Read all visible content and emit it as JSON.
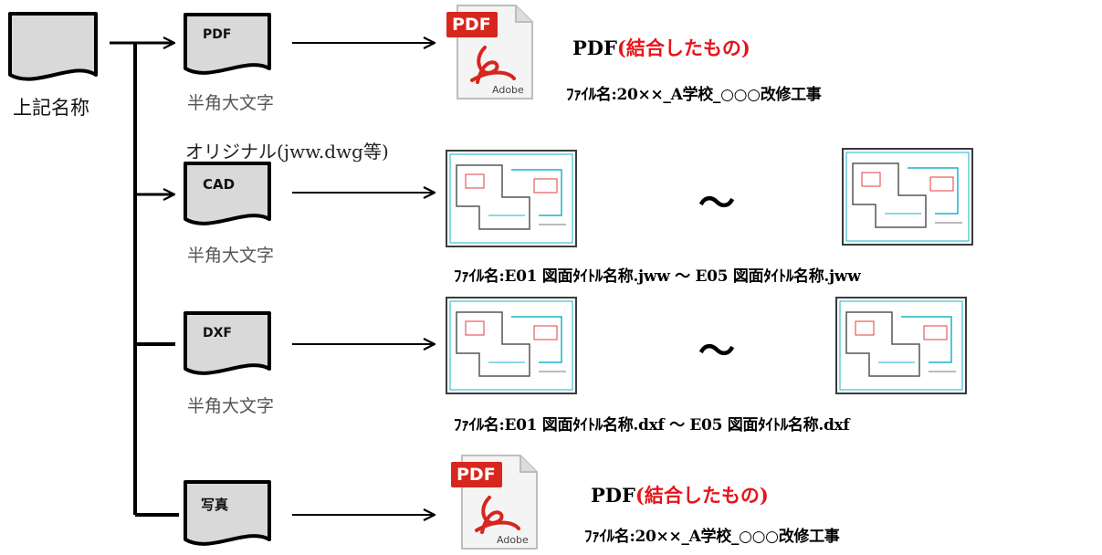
{
  "source_label": "上記名称",
  "pdf_doc": {
    "label": "PDF",
    "note": "半角大文字"
  },
  "cad_doc": {
    "label": "CAD",
    "note_top": "オリジナル(jww.dwg等)",
    "note": "半角大文字"
  },
  "dxf_doc": {
    "label": "DXF",
    "note": "半角大文字"
  },
  "photo_doc": {
    "label": "写真"
  },
  "pdf_output": {
    "icon_text": "PDF",
    "icon_brand": "Adobe",
    "title_prefix": "PDF",
    "title_red": "(結合したもの)",
    "filename": "ﾌｧｲﾙ名:20××_A学校_○○○改修工事"
  },
  "cad_output": {
    "tilde": "～",
    "filename": "ﾌｧｲﾙ名:E01 図面ﾀｲﾄﾙ名称.jww ～ E05 図面ﾀｲﾄﾙ名称.jww"
  },
  "dxf_output": {
    "tilde": "～",
    "filename": "ﾌｧｲﾙ名:E01 図面ﾀｲﾄﾙ名称.dxf ～ E05 図面ﾀｲﾄﾙ名称.dxf"
  },
  "photo_output": {
    "icon_text": "PDF",
    "icon_brand": "Adobe",
    "title_prefix": "PDF",
    "title_red": "(結合したもの)",
    "filename": "ﾌｧｲﾙ名:20××_A学校_○○○改修工事"
  },
  "colors": {
    "doc_fill": "#d9d9d9",
    "accent_red": "#e8141b",
    "pdf_red": "#d7261e",
    "drawing_cyan": "#1ab3c8",
    "drawing_red": "#e43b3b"
  }
}
